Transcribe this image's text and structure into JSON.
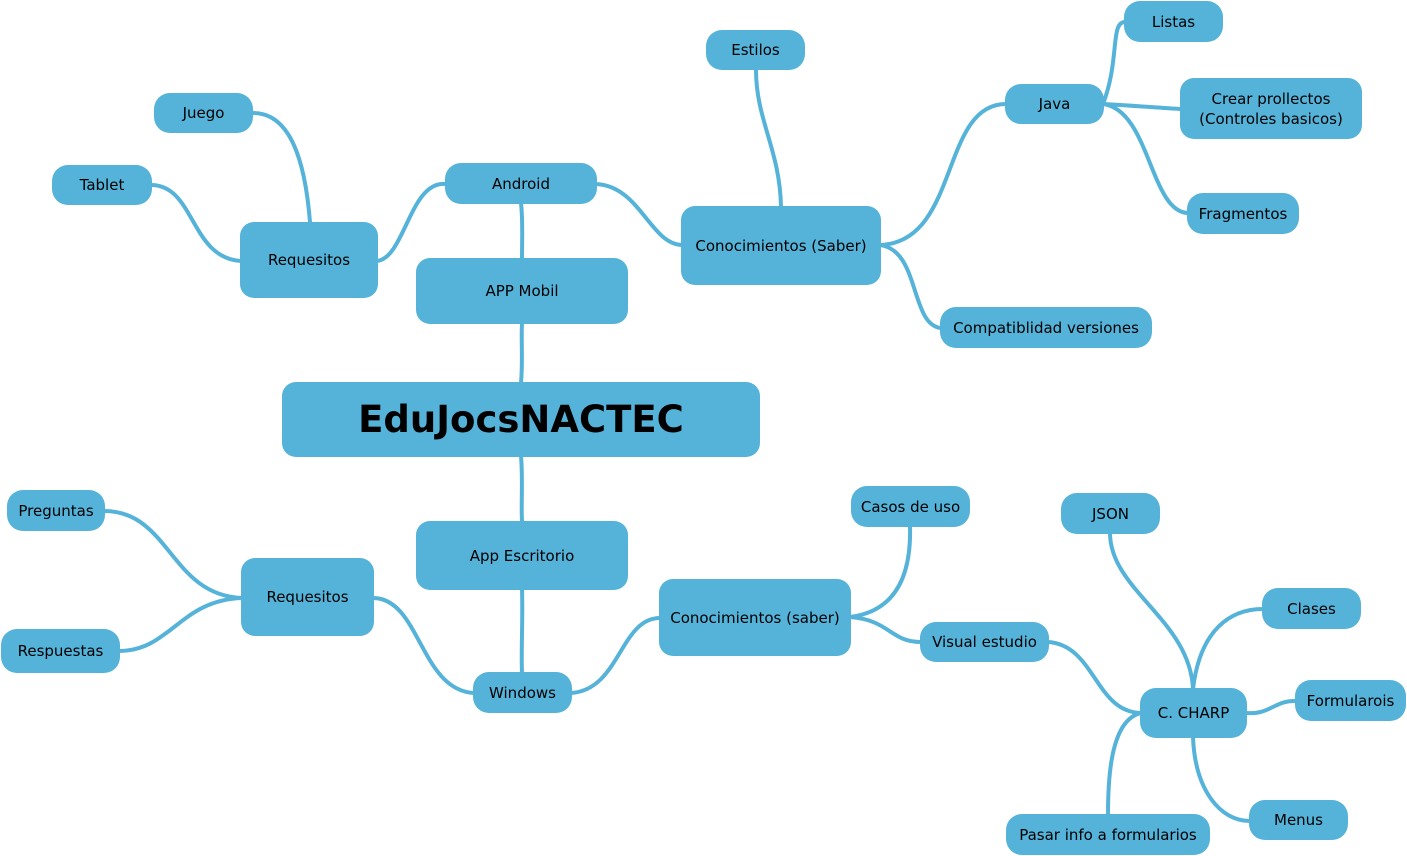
{
  "colors": {
    "node": "#55b3da",
    "link": "#55b3da",
    "text": "#000000",
    "background": "#ffffff"
  },
  "nodes": {
    "root": "EduJocsNACTEC",
    "app_mobil": "APP Mobil",
    "android": "Android",
    "requesitos_mobil": "Requesitos",
    "juego": "Juego",
    "tablet": "Tablet",
    "conocimientos_saber_mobil": "Conocimientos (Saber)",
    "estilos": "Estilos",
    "java": "Java",
    "listas": "Listas",
    "crear_proyectos": "Crear prollectos\n(Controles basicos)",
    "fragmentos": "Fragmentos",
    "compatibilidad": "Compatiblidad versiones",
    "app_escritorio": "App Escritorio",
    "windows": "Windows",
    "requesitos_escritorio": "Requesitos",
    "preguntas": "Preguntas",
    "respuestas": "Respuestas",
    "conocimientos_saber_escritorio": "Conocimientos (saber)",
    "casos_de_uso": "Casos de uso",
    "visual_estudio": "Visual estudio",
    "c_charp": "C. CHARP",
    "json": "JSON",
    "clases": "Clases",
    "formularios": "Formularois",
    "menus": "Menus",
    "pasar_info": "Pasar info a formularios"
  }
}
